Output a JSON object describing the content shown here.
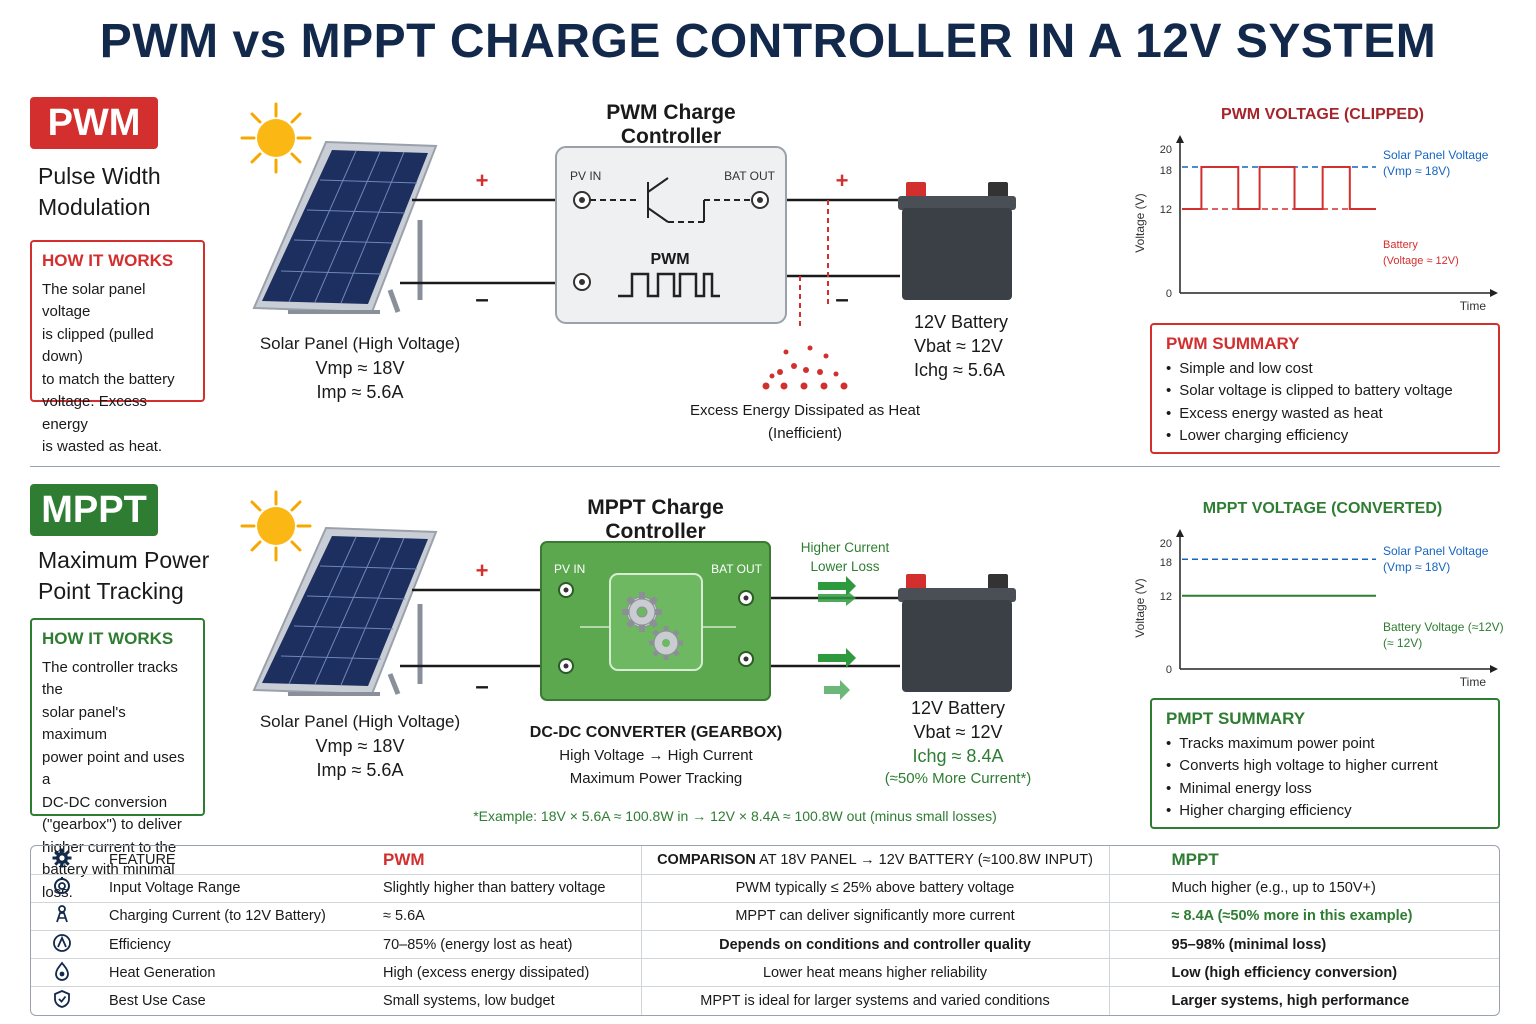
{
  "title": "PWM vs MPPT CHARGE CONTROLLER IN A 12V SYSTEM",
  "colors": {
    "pwm": "#d32f2f",
    "mppt": "#2e7d32",
    "navy": "#13294b",
    "blue": "#1565c0"
  },
  "pwm": {
    "badge": "PWM",
    "subtitle_1": "Pulse Width",
    "subtitle_2": "Modulation",
    "how_title": "HOW IT WORKS",
    "how_lines": [
      "The solar panel voltage",
      "is clipped (pulled down)",
      "to match the battery",
      "voltage. Excess energy",
      "is wasted as heat."
    ],
    "controller_title": "PWM Charge Controller",
    "pv_in": "PV IN",
    "bat_out": "BAT OUT",
    "pwm_label": "PWM",
    "plus": "+",
    "minus": "–",
    "panel": {
      "name": "Solar Panel (High Voltage)",
      "vmp": "Vmp ≈ 18V",
      "imp": "Imp ≈ 5.6A"
    },
    "battery": {
      "name": "12V Battery",
      "vbat": "Vbat ≈ 12V",
      "ichg": "Ichg ≈ 5.6A"
    },
    "heat_1": "Excess Energy Dissipated as Heat",
    "heat_2": "(Inefficient)",
    "chart_title": "PWM VOLTAGE (CLIPPED)",
    "summary_title": "PWM SUMMARY",
    "summary": [
      "Simple and low cost",
      "Solar voltage is clipped to battery voltage",
      "Excess energy wasted as heat",
      "Lower charging efficiency"
    ]
  },
  "mppt": {
    "badge": "MPPT",
    "subtitle_1": "Maximum Power",
    "subtitle_2": "Point Tracking",
    "how_title": "HOW IT WORKS",
    "how_lines": [
      "The controller tracks the",
      "solar panel's maximum",
      "power point and uses a",
      "DC-DC conversion",
      "(\"gearbox\") to deliver",
      "higher current to the",
      "battery with minimal loss."
    ],
    "controller_title": "MPPT Charge Controller",
    "pv_in": "PV IN",
    "bat_out": "BAT OUT",
    "plus": "+",
    "minus": "–",
    "higher_current": "Higher Current",
    "lower_loss": "Lower Loss",
    "panel": {
      "name": "Solar Panel (High Voltage)",
      "vmp": "Vmp ≈ 18V",
      "imp": "Imp ≈ 5.6A"
    },
    "converter": {
      "title": "DC-DC CONVERTER (GEARBOX)",
      "line1": "High Voltage → High Current",
      "line2": "Maximum Power Tracking"
    },
    "battery": {
      "name": "12V Battery",
      "vbat": "Vbat ≈ 12V",
      "ichg": "Ichg ≈ 8.4A",
      "more": "(≈50% More Current*)"
    },
    "example": "*Example: 18V × 5.6A ≈ 100.8W in → 12V × 8.4A ≈ 100.8W out (minus small losses)",
    "chart_title": "MPPT VOLTAGE (CONVERTED)",
    "summary_title": "PMPT SUMMARY",
    "summary": [
      "Tracks maximum power point",
      "Converts high voltage to higher current",
      "Minimal energy loss",
      "Higher charging efficiency"
    ]
  },
  "chart_data": [
    {
      "type": "line",
      "title": "PWM VOLTAGE (CLIPPED)",
      "ylabel": "Voltage (V)",
      "xlabel": "Time",
      "ylim": [
        0,
        20
      ],
      "yticks": [
        "0",
        "12",
        "20",
        "18"
      ],
      "series": [
        {
          "name": "Solar Panel Voltage",
          "note": "(Vmp ≈ 18V)",
          "style": "dashed",
          "color": "#1565c0",
          "x": [
            0,
            1
          ],
          "y": [
            18,
            18
          ]
        },
        {
          "name": "Battery",
          "note": "(Voltage ≈ 12V)",
          "style": "dashed",
          "color": "#d32f2f",
          "x": [
            0,
            1
          ],
          "y": [
            12,
            12
          ]
        },
        {
          "name": "PWM Voltage",
          "style": "solid",
          "color": "#d32f2f",
          "x": [
            0,
            0.2,
            0.2,
            0.58,
            0.58,
            0.8,
            0.8,
            1.16,
            1.16,
            1.45,
            1.45,
            1.73,
            1.73,
            2.0
          ],
          "y": [
            12,
            12,
            18,
            18,
            12,
            12,
            18,
            18,
            12,
            12,
            18,
            18,
            12,
            12
          ]
        }
      ]
    },
    {
      "type": "line",
      "title": "MPPT VOLTAGE (CONVERTED)",
      "ylabel": "Voltage (V)",
      "xlabel": "Time",
      "ylim": [
        0,
        20
      ],
      "yticks": [
        "0",
        "12",
        "20",
        "18"
      ],
      "series": [
        {
          "name": "Solar Panel Voltage",
          "note": "(Vmp ≈ 18V)",
          "style": "dashed",
          "color": "#1565c0",
          "x": [
            0,
            1
          ],
          "y": [
            18,
            18
          ]
        },
        {
          "name": "Battery Voltage (≈12V)",
          "note": "(≈ 12V)",
          "style": "solid",
          "color": "#2e7d32",
          "x": [
            0,
            1
          ],
          "y": [
            12,
            12
          ]
        }
      ]
    }
  ],
  "table": {
    "head": {
      "feature": "FEATURE",
      "pwm": "PWM",
      "comparison": "COMPARISON",
      "comparison_rest": " AT 18V PANEL → 12V BATTERY (≈100.8W INPUT)",
      "mppt": "MPPT"
    },
    "rows": [
      {
        "feature": "Input Voltage Range",
        "pwm": "Slightly higher than battery voltage",
        "comparison": "PWM typically ≤ 25% above battery voltage",
        "mppt": "Much higher (e.g., up to 150V+)"
      },
      {
        "feature": "Charging Current (to 12V Battery)",
        "pwm": "≈ 5.6A",
        "comparison": "MPPT can deliver significantly more current",
        "mppt": "≈ 8.4A (≈50% more in this example)"
      },
      {
        "feature": "Efficiency",
        "pwm": "70–85% (energy lost as heat)",
        "comparison": "Depends on conditions and controller quality",
        "mppt": "95–98% (minimal loss)"
      },
      {
        "feature": "Heat Generation",
        "pwm": "High (excess energy dissipated)",
        "comparison": "Lower heat means higher reliability",
        "mppt": "Low (high efficiency conversion)"
      },
      {
        "feature": "Best Use Case",
        "pwm": "Small systems, low budget",
        "comparison": "MPPT is ideal for larger systems and varied conditions",
        "mppt": "Larger systems, high performance"
      }
    ],
    "icons": [
      "gear-icon",
      "input-icon",
      "current-icon",
      "efficiency-icon",
      "heat-icon",
      "shield-icon"
    ]
  }
}
